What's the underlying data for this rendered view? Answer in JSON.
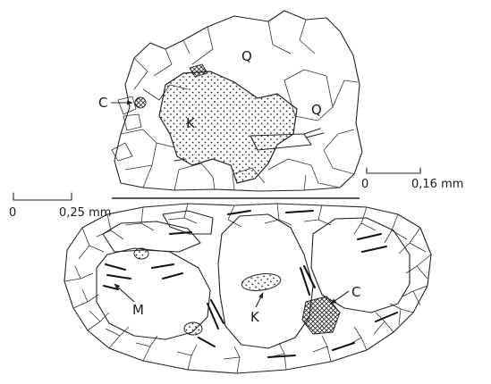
{
  "upper_panel": {
    "labels": {
      "quartz_1": "Q",
      "quartz_2": "Q",
      "k_feldspar": "K",
      "calcite": "C"
    },
    "scale_bar": {
      "zero": "0",
      "value": "0,16 mm"
    }
  },
  "lower_panel": {
    "labels": {
      "mica": "M",
      "k_feldspar": "K",
      "calcite": "C"
    },
    "scale_bar": {
      "zero": "0",
      "value": "0,25 mm"
    }
  },
  "colors": {
    "ink": "#222222",
    "background": "#ffffff"
  }
}
